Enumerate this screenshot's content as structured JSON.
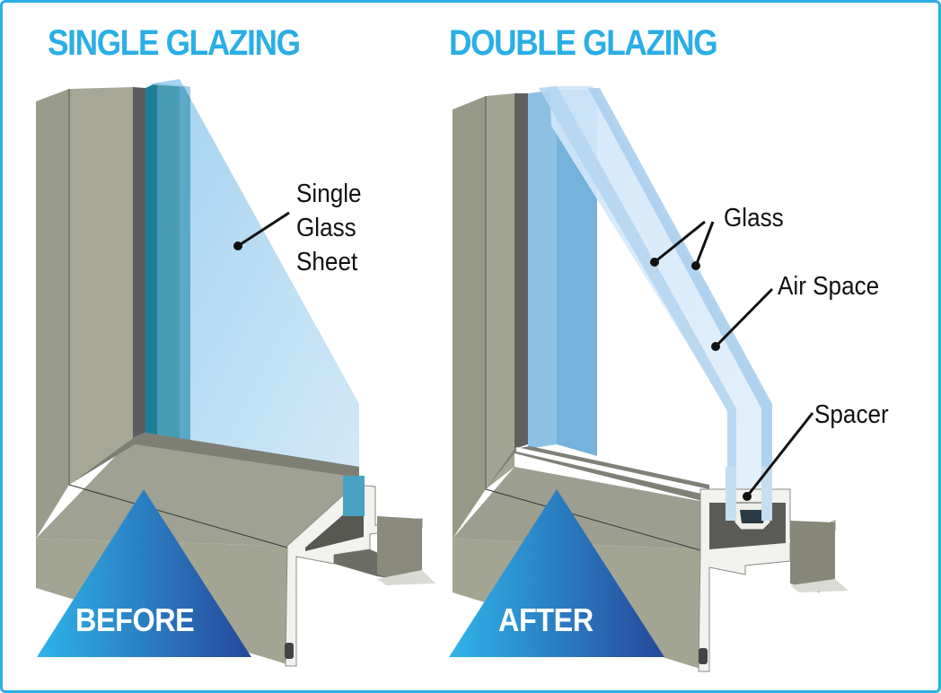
{
  "panels": {
    "single": {
      "heading": "SINGLE GLAZING",
      "badge": "BEFORE",
      "callouts": {
        "glass_line1": "Single",
        "glass_line2": "Glass",
        "glass_line3": "Sheet"
      }
    },
    "double": {
      "heading": "DOUBLE GLAZING",
      "badge": "AFTER",
      "callouts": {
        "glass": "Glass",
        "air_space": "Air Space",
        "spacer": "Spacer"
      }
    }
  },
  "colors": {
    "accent": "#2aaee6",
    "badge_gradient_start": "#2aaee6",
    "badge_gradient_end": "#26489a",
    "frame_gray": "#a3a593",
    "glass_blue": "#bfe0f5"
  }
}
